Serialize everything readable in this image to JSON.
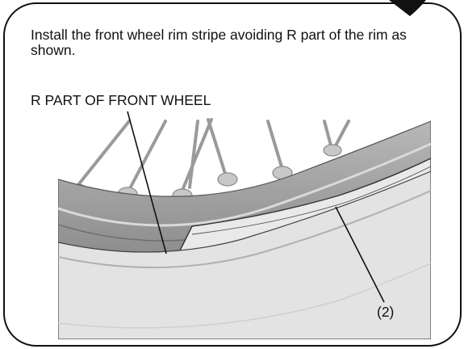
{
  "instruction": {
    "text": "Install the front wheel rim stripe avoiding R part of the rim as shown."
  },
  "figure": {
    "label_r_part": "R PART OF FRONT WHEEL",
    "label_callout_2": "(2)"
  }
}
